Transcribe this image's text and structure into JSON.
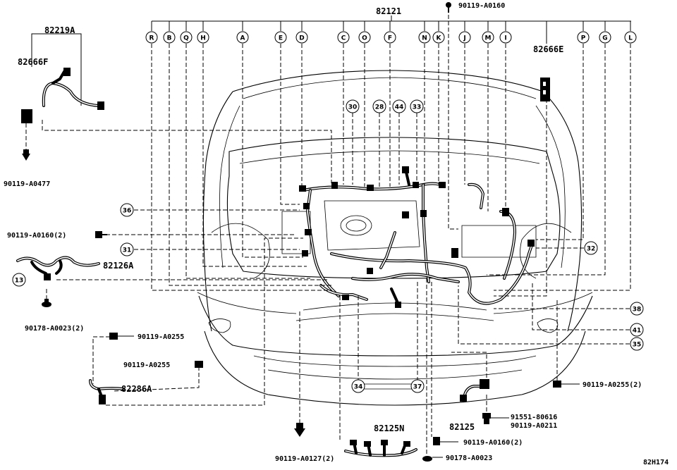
{
  "diagram": {
    "drawing_code": "82H174",
    "part_numbers": {
      "main_harness": "82121",
      "sub_assy_a": "82219A",
      "wire_f": "82666F",
      "wire_e": "82666E",
      "wire_126a": "82126A",
      "wire_286a": "82286A",
      "wire_125n": "82125N",
      "wire_125": "82125"
    },
    "fasteners": {
      "top_bolt": "90119-A0160",
      "left_bolt_a0477": "90119-A0477",
      "left_bolt_a0160": "90119-A0160(2)",
      "clip_a0023_2": "90178-A0023(2)",
      "bolt_a0255_top": "90119-A0255",
      "bolt_a0255_mid": "90119-A0255",
      "bolt_a0255_right": "90119-A0255(2)",
      "bolt_a0127": "90119-A0127(2)",
      "bolt_a0160_bottom": "90119-A0160(2)",
      "clip_a0023": "90178-A0023",
      "clamp_91551": "91551-80616",
      "bolt_a0211": "90119-A0211"
    },
    "connector_letters": [
      "R",
      "B",
      "Q",
      "H",
      "A",
      "E",
      "D",
      "C",
      "O",
      "F",
      "N",
      "K",
      "J",
      "M",
      "I",
      "P",
      "G",
      "L"
    ],
    "callout_numbers": {
      "c30": "30",
      "c28": "28",
      "c44": "44",
      "c33": "33",
      "c36": "36",
      "c31": "31",
      "c13": "13",
      "c32": "32",
      "c38": "38",
      "c41": "41",
      "c35": "35",
      "c34": "34",
      "c37": "37"
    }
  }
}
